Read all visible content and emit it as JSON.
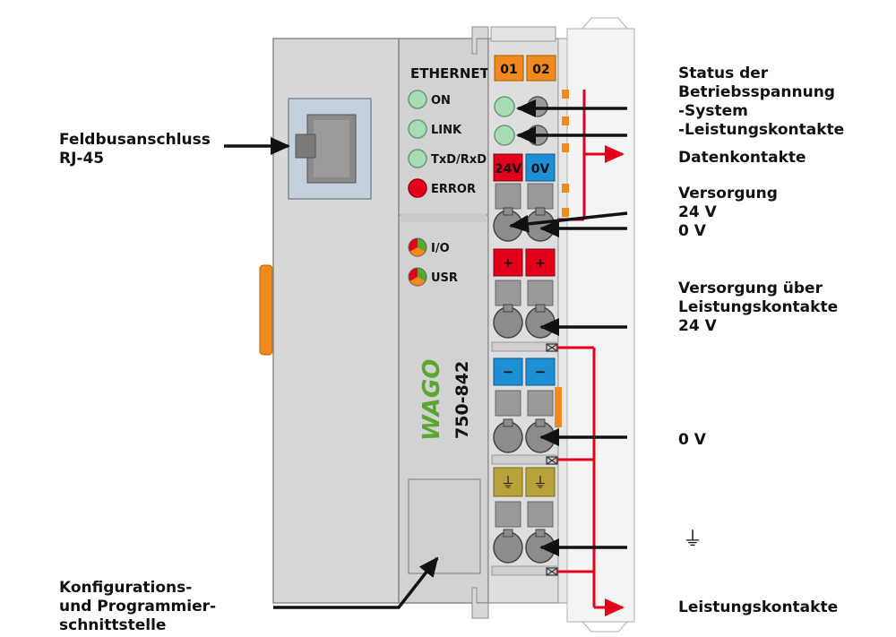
{
  "device": {
    "model": "750-842",
    "brand": "WAGO",
    "fieldbus_header": "ETHERNET",
    "leds_top": [
      "ON",
      "LINK",
      "TxD/RxD",
      "ERROR"
    ],
    "leds_bottom": [
      "I/O",
      "USR"
    ],
    "status_tabs": [
      "01",
      "02"
    ],
    "supply_tabs": [
      "24V",
      "0V"
    ],
    "plus_sign": "+",
    "minus_sign": "−",
    "ground_symbol": "⏚"
  },
  "labels": {
    "fieldbus": [
      "Feldbusanschluss",
      "RJ-45"
    ],
    "config": [
      "Konfigurations-",
      "und Programmier-",
      "schnittstelle"
    ],
    "status": [
      "Status der",
      "Betriebsspannung",
      "-System",
      "-Leistungskontakte"
    ],
    "data_contacts": "Datenkontakte",
    "supply": [
      "Versorgung",
      "24 V",
      "0 V"
    ],
    "supply_power": [
      "Versorgung über",
      "Leistungskontakte",
      "24 V"
    ],
    "zero_v": "0 V",
    "ground": "⏚",
    "power_contacts": "Leistungskontakte"
  },
  "colors": {
    "housing": "#d6d6d6",
    "housing_dark": "#bdbdbd",
    "led_green": "#a8dcb4",
    "led_red": "#e3001b",
    "tab_orange": "#f08a1c",
    "tab_red": "#e3001b",
    "tab_blue": "#1e8fd5",
    "tab_ground": "#b8a33a",
    "arrow_black": "#111111",
    "arrow_red": "#e3001b",
    "wago_green": "#5aa72f"
  }
}
